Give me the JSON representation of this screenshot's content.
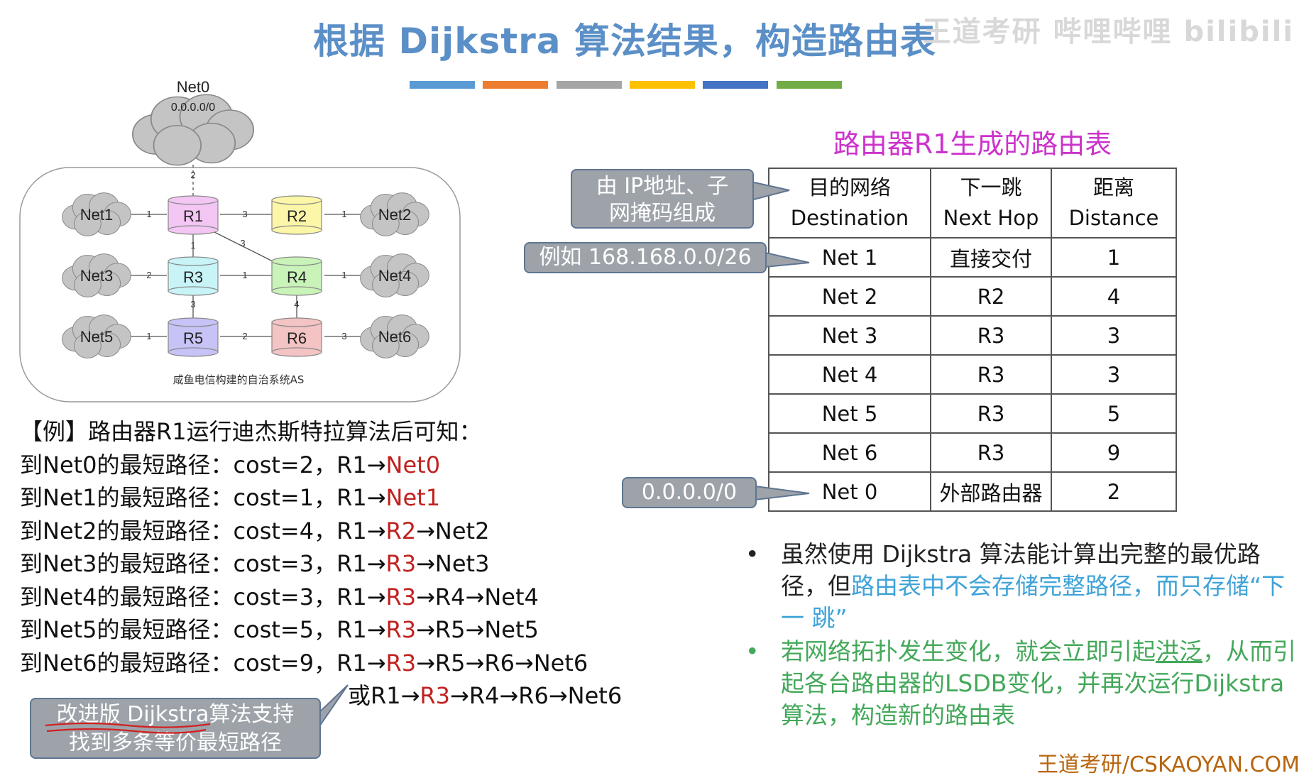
{
  "title": "根据 Dijkstra 算法结果，构造路由表",
  "watermark": "王道考研 哔哩哔哩 bilibili",
  "accent_bars": [
    "#5b9bd5",
    "#ed7d31",
    "#a5a5a5",
    "#ffc000",
    "#4472c4",
    "#70ad47"
  ],
  "topology": {
    "net0": {
      "name": "Net0",
      "addr": "0.0.0.0/0"
    },
    "as_label": "咸鱼电信构建的自治系统AS",
    "nodes": {
      "net1": "Net1",
      "net2": "Net2",
      "net3": "Net3",
      "net4": "Net4",
      "net5": "Net5",
      "net6": "Net6",
      "r1": "R1",
      "r2": "R2",
      "r3": "R3",
      "r4": "R4",
      "r5": "R5",
      "r6": "R6"
    },
    "edge_costs": {
      "r1_net0": "2",
      "net1_r1": "1",
      "r1_r2": "3",
      "r2_net2": "1",
      "r1_r4": "3",
      "r1_r3": "1",
      "net3_r3": "2",
      "r3_r4": "1",
      "r4_net4": "1",
      "r3_r5": "3",
      "r4_r6": "4",
      "net5_r5": "1",
      "r5_r6": "2",
      "r6_net6": "3"
    },
    "router_colors": {
      "r1": "#f3c6f3",
      "r2": "#fbf6a8",
      "r3": "#c8f4f8",
      "r4": "#c9f3b8",
      "r5": "#c7c3f6",
      "r6": "#f4c3c3"
    }
  },
  "routing_table": {
    "title": "路由器R1生成的路由表",
    "headers": [
      {
        "cn": "目的网络",
        "en": "Destination"
      },
      {
        "cn": "下一跳",
        "en": "Next Hop"
      },
      {
        "cn": "距离",
        "en": "Distance"
      }
    ],
    "rows": [
      {
        "dest": "Net 1",
        "hop": "直接交付",
        "dist": "1"
      },
      {
        "dest": "Net 2",
        "hop": "R2",
        "dist": "4"
      },
      {
        "dest": "Net 3",
        "hop": "R3",
        "dist": "3"
      },
      {
        "dest": "Net 4",
        "hop": "R3",
        "dist": "3"
      },
      {
        "dest": "Net 5",
        "hop": "R3",
        "dist": "5"
      },
      {
        "dest": "Net 6",
        "hop": "R3",
        "dist": "9"
      },
      {
        "dest": "Net 0",
        "hop": "外部路由器",
        "dist": "2"
      }
    ]
  },
  "callouts": {
    "ip_mask_line1": "由 IP地址、子",
    "ip_mask_line2": "网掩码组成",
    "example_ip": "例如 168.168.0.0/26",
    "default_route": "0.0.0.0/0",
    "improved_line1": "改进版 Dijkstra算法支持",
    "improved_line2": "找到多条等价最短路径"
  },
  "example": {
    "heading": "【例】路由器R1运行迪杰斯特拉算法后可知：",
    "paths": [
      {
        "prefix": "到Net0的最短路径：cost=2，R1→",
        "red": "Net0",
        "rest": ""
      },
      {
        "prefix": "到Net1的最短路径：cost=1，R1→",
        "red": "Net1",
        "rest": ""
      },
      {
        "prefix": "到Net2的最短路径：cost=4，R1→",
        "red": "R2",
        "rest": "→Net2"
      },
      {
        "prefix": "到Net3的最短路径：cost=3，R1→",
        "red": "R3",
        "rest": "→Net3"
      },
      {
        "prefix": "到Net4的最短路径：cost=3，R1→",
        "red": "R3",
        "rest": "→R4→Net4"
      },
      {
        "prefix": "到Net5的最短路径：cost=5，R1→",
        "red": "R3",
        "rest": "→R5→Net5"
      },
      {
        "prefix": "到Net6的最短路径：cost=9，R1→",
        "red": "R3",
        "rest": "→R5→R6→Net6"
      }
    ],
    "alt_prefix": "或R1→",
    "alt_red": "R3",
    "alt_rest": "→R4→R6→Net6"
  },
  "bullets": {
    "b1_part1": "虽然使用 Dijkstra 算法能计算出完整的最优路径，但",
    "b1_blue": "路由表中不会存储完整路径，而只存储“下一 跳”",
    "b2_part1": "若网络拓扑发生变化，就会立即引起",
    "b2_underline": "洪泛",
    "b2_part2": "，从而引起各台路由器的LSDB变化，并再次运行Dijkstra算法，构造新的路由表",
    "dot": "•"
  },
  "footer_brand": "王道考研/CSKAOYAN.COM"
}
